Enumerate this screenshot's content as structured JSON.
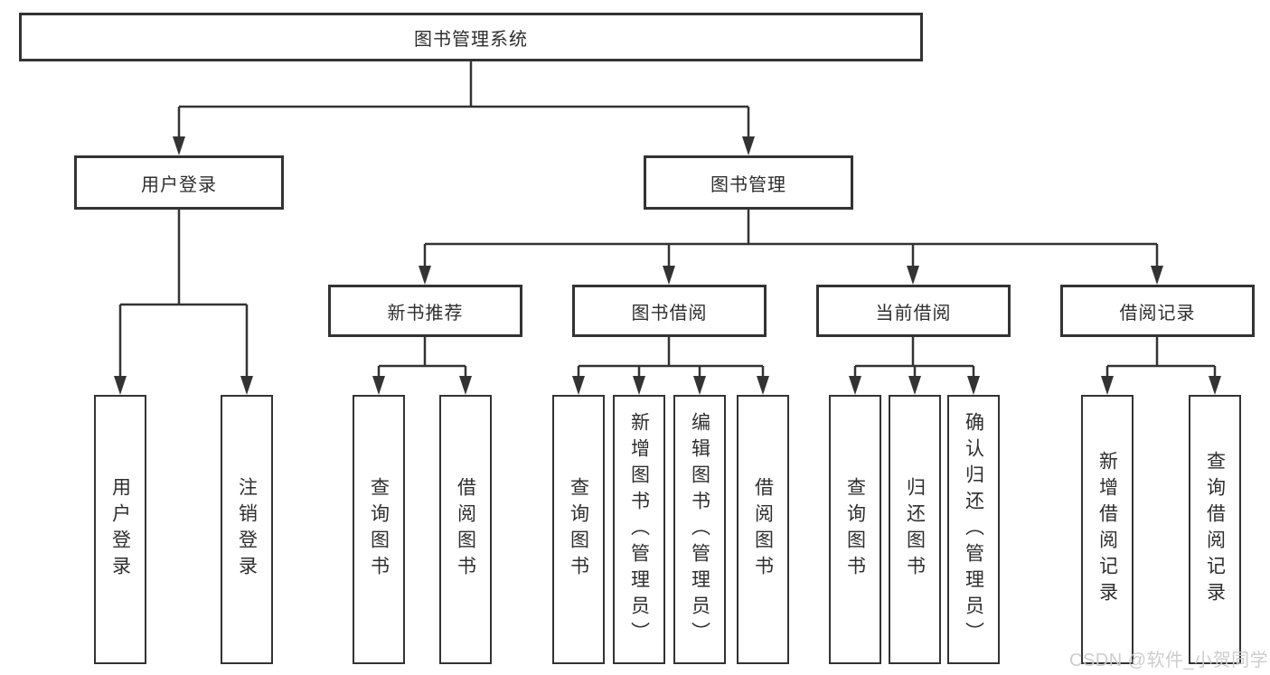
{
  "tree": {
    "root": {
      "label": "图书管理系统"
    },
    "branches": {
      "user": {
        "label": "用户登录",
        "children": [
          {
            "label": "用户登录"
          },
          {
            "label": "注销登录"
          }
        ]
      },
      "book": {
        "label": "图书管理",
        "sections": [
          {
            "label": "新书推荐",
            "children": [
              {
                "label": "查询图书"
              },
              {
                "label": "借阅图书"
              }
            ]
          },
          {
            "label": "图书借阅",
            "children": [
              {
                "label": "查询图书"
              },
              {
                "label": "新增图书（管理员）"
              },
              {
                "label": "编辑图书（管理员）"
              },
              {
                "label": "借阅图书"
              }
            ]
          },
          {
            "label": "当前借阅",
            "children": [
              {
                "label": "查询图书"
              },
              {
                "label": "归还图书"
              },
              {
                "label": "确认归还（管理员）"
              }
            ]
          },
          {
            "label": "借阅记录",
            "children": [
              {
                "label": "新增借阅记录"
              },
              {
                "label": "查询借阅记录"
              }
            ]
          }
        ]
      }
    }
  },
  "watermark": {
    "text": "CSDN @软件_小贺同学"
  },
  "colors": {
    "line": "#333333",
    "text": "#2e2e2e",
    "background": "#ffffff",
    "watermark": "#cbcbcb"
  }
}
